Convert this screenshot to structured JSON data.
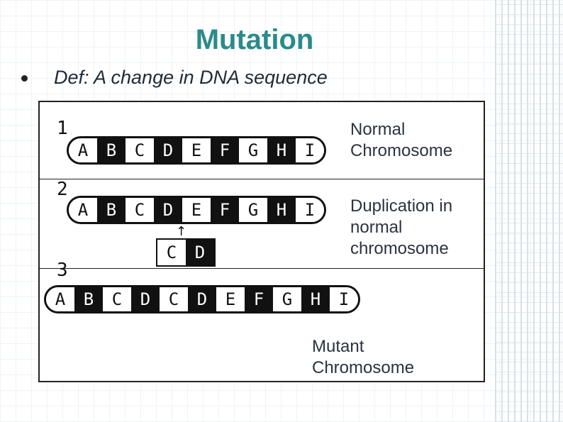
{
  "title": "Mutation",
  "bullet": {
    "text": "Def: A change in DNA sequence"
  },
  "figure": {
    "rows": [
      {
        "number": "1",
        "label": "Normal\nChromosome",
        "segments": [
          {
            "letter": "A",
            "shade": "light"
          },
          {
            "letter": "B",
            "shade": "dark"
          },
          {
            "letter": "C",
            "shade": "light"
          },
          {
            "letter": "D",
            "shade": "dark"
          },
          {
            "letter": "E",
            "shade": "light"
          },
          {
            "letter": "F",
            "shade": "dark"
          },
          {
            "letter": "G",
            "shade": "light"
          },
          {
            "letter": "H",
            "shade": "dark"
          },
          {
            "letter": "I",
            "shade": "light"
          }
        ]
      },
      {
        "number": "2",
        "label": "Duplication  in\nnormal\nchromosome",
        "segments": [
          {
            "letter": "A",
            "shade": "light"
          },
          {
            "letter": "B",
            "shade": "dark"
          },
          {
            "letter": "C",
            "shade": "light"
          },
          {
            "letter": "D",
            "shade": "dark"
          },
          {
            "letter": "E",
            "shade": "light"
          },
          {
            "letter": "F",
            "shade": "dark"
          },
          {
            "letter": "G",
            "shade": "light"
          },
          {
            "letter": "H",
            "shade": "dark"
          },
          {
            "letter": "I",
            "shade": "light"
          }
        ],
        "fragment": [
          {
            "letter": "C",
            "shade": "light"
          },
          {
            "letter": "D",
            "shade": "dark"
          }
        ],
        "arrow": "↑"
      },
      {
        "number": "3",
        "label": "Mutant\nChromosome",
        "segments": [
          {
            "letter": "A",
            "shade": "light"
          },
          {
            "letter": "B",
            "shade": "dark"
          },
          {
            "letter": "C",
            "shade": "light"
          },
          {
            "letter": "D",
            "shade": "dark"
          },
          {
            "letter": "C",
            "shade": "light"
          },
          {
            "letter": "D",
            "shade": "dark"
          },
          {
            "letter": "E",
            "shade": "light"
          },
          {
            "letter": "F",
            "shade": "dark"
          },
          {
            "letter": "G",
            "shade": "light"
          },
          {
            "letter": "H",
            "shade": "dark"
          },
          {
            "letter": "I",
            "shade": "light"
          }
        ]
      }
    ]
  },
  "colors": {
    "title": "#2b8a8a",
    "text": "#1f2a35",
    "dark_band": "#111111"
  }
}
